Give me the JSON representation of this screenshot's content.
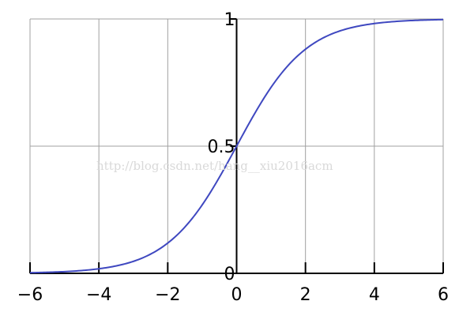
{
  "chart_data": {
    "type": "line",
    "title": "",
    "xlabel": "",
    "ylabel": "",
    "xlim": [
      -6,
      6
    ],
    "ylim": [
      0,
      1
    ],
    "x_ticks": [
      -6,
      -4,
      -2,
      0,
      2,
      4,
      6
    ],
    "x_tick_labels": [
      "−6",
      "−4",
      "−2",
      "0",
      "2",
      "4",
      "6"
    ],
    "y_ticks": [
      0,
      0.5,
      1
    ],
    "y_tick_labels": [
      "0",
      "0.5",
      "1"
    ],
    "grid": true,
    "legend": "none",
    "series": [
      {
        "x": [
          -6,
          -5,
          -4,
          -3,
          -2,
          -1,
          0,
          1,
          2,
          3,
          4,
          5,
          6
        ],
        "y": [
          0.0025,
          0.0067,
          0.018,
          0.047,
          0.119,
          0.269,
          0.5,
          0.731,
          0.881,
          0.953,
          0.982,
          0.9933,
          0.9975
        ],
        "color": "#3f48c0"
      }
    ],
    "watermark": "http://blog.csdn.net/hang__xiu2016acm"
  },
  "colors": {
    "grid": "#a0a0a0",
    "axis": "#000000",
    "line": "#3f48c0"
  }
}
